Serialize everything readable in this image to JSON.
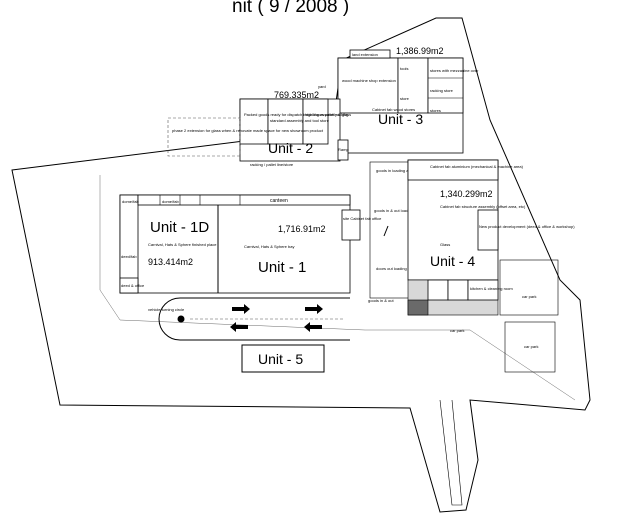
{
  "header": {
    "partial_title": "nit ( 9 / 2008 )"
  },
  "units": {
    "unit_1d": {
      "name": "Unit - 1D",
      "area": "913.414m2",
      "use": "Carnival, Hats & Sphere finished place",
      "top_labels": [
        "dome/fab",
        "dome/fab"
      ],
      "side_label": "deed/fab",
      "office": "deed & office"
    },
    "unit_1": {
      "name": "Unit - 1",
      "area": "1,716.91m2",
      "use": "Carnival, Hats & Sphere bay",
      "canteen": "canteen",
      "office": "site Cabinet fab office"
    },
    "unit_2": {
      "name": "Unit - 2",
      "area": "769.335m2",
      "rooms": [
        "Packed goods ready for dispatch installing assembly & glass",
        "standard assembly and tool store",
        "high doors pallet racking"
      ],
      "extension": "phase 2 extension for glass when & renovate made space for new showroom product",
      "lower_note": "racking / pallet line/store"
    },
    "unit_3": {
      "name": "Unit - 3",
      "area": "1,386.99m2",
      "extension": "land extension",
      "rooms": [
        "wood machine shop extension",
        "tools",
        "store",
        "stores with mezzanine over",
        "racking store",
        "stores"
      ],
      "lower_note": "Cabinet fab wood stores"
    },
    "unit_4": {
      "name": "Unit - 4",
      "area": "1,340.299m2",
      "top_note": "Cabinet fab aluminium (mechanical & machine area)",
      "rooms": [
        "Cabinet fab structure assembly (offset area, etc)",
        "Glass",
        "New product development (deed & office & workshop)"
      ],
      "welfare": "kitchen & cleaning room"
    },
    "unit_5": {
      "name": "Unit - 5"
    }
  },
  "site": {
    "goods_in_upper": "goods in loading area",
    "goods_in_lower": "goods in & out loading area",
    "doors_out": "doors out loading area",
    "goods_in_out": "goods in & out",
    "vehicle_turning": "vehicle turning circle",
    "yard": "yard",
    "car_park_1": "car park",
    "car_park_2": "car park",
    "car_park_3": "car park",
    "ramp": "Ramp"
  }
}
